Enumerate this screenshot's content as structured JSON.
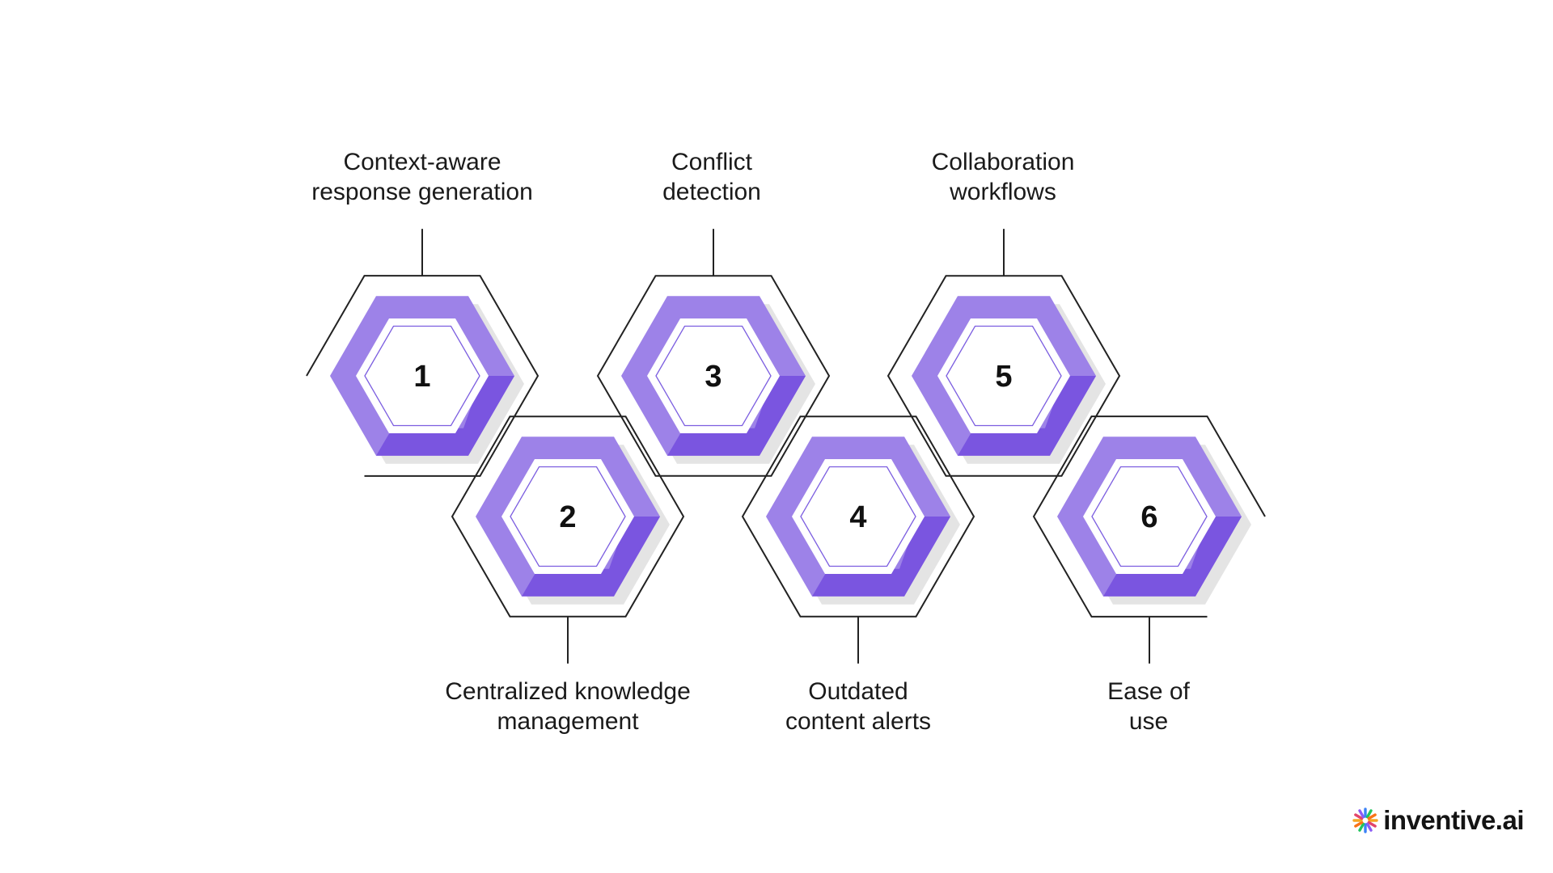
{
  "diagram": {
    "steps": [
      {
        "number": "1",
        "label_lines": [
          "Context-aware",
          "response generation"
        ]
      },
      {
        "number": "2",
        "label_lines": [
          "Centralized knowledge",
          "management"
        ]
      },
      {
        "number": "3",
        "label_lines": [
          "Conflict",
          "detection"
        ]
      },
      {
        "number": "4",
        "label_lines": [
          "Outdated",
          "content alerts"
        ]
      },
      {
        "number": "5",
        "label_lines": [
          "Collaboration",
          "workflows"
        ]
      },
      {
        "number": "6",
        "label_lines": [
          "Ease of",
          "use"
        ]
      }
    ]
  },
  "brand": {
    "logo_text": "inventive.ai",
    "logo_icon": "sparkle-burst-icon"
  },
  "colors": {
    "hex_fill": "#9d82e8",
    "hex_fill_dark": "#7a55e0",
    "outline": "#222222",
    "inner_outline": "#7c5ee0",
    "shadow": "#e4e4e4",
    "logo_colors": [
      "#f5a623",
      "#e2456b",
      "#8b5cf6",
      "#3b82f6",
      "#22c55e",
      "#f97316"
    ]
  }
}
